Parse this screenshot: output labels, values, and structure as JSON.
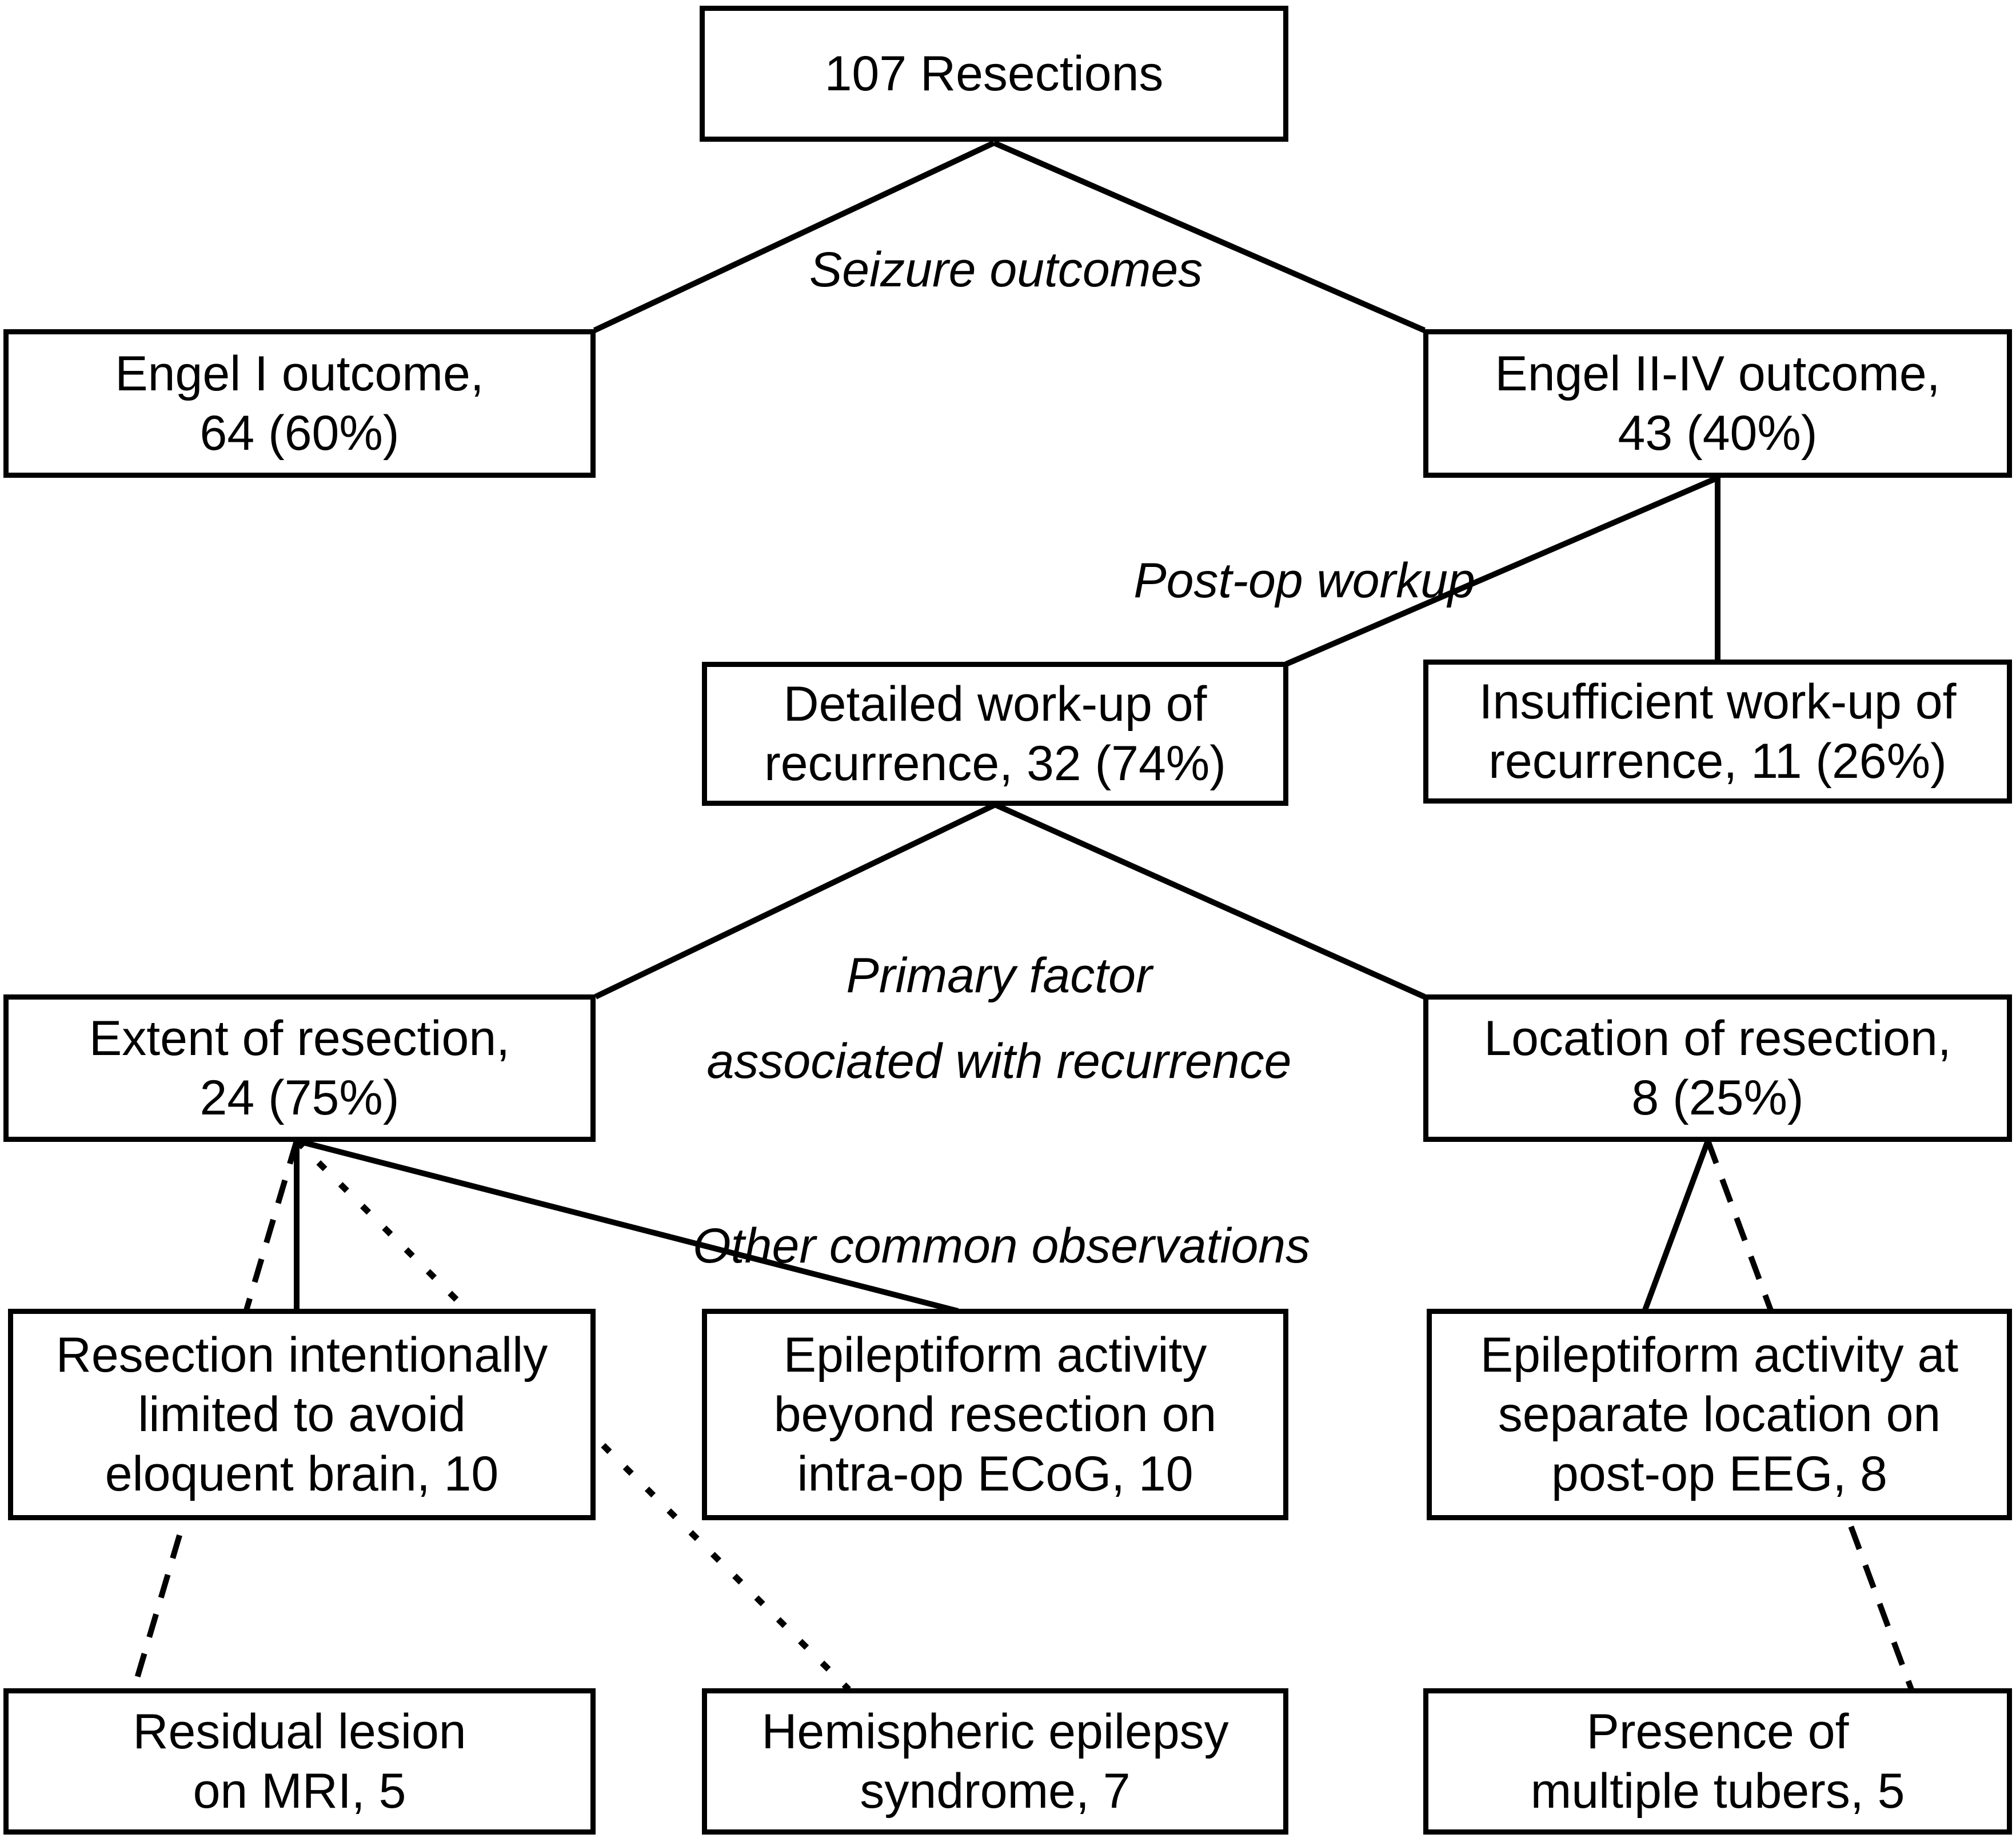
{
  "diagram": {
    "title_node": "107 Resections",
    "background_color": "#ffffff",
    "line_color": "#000000",
    "nodes": [
      {
        "id": "107-resections",
        "lines": [
          "107 Resections"
        ]
      },
      {
        "id": "engel-i-outcome",
        "lines": [
          "Engel I outcome,",
          "64 (60%)"
        ]
      },
      {
        "id": "engel-ii-iv-outcome",
        "lines": [
          "Engel II-IV outcome,",
          "43 (40%)"
        ]
      },
      {
        "id": "detailed-workup",
        "lines": [
          "Detailed work-up of",
          "recurrence, 32 (74%)"
        ]
      },
      {
        "id": "insufficient-workup",
        "lines": [
          "Insufficient work-up of",
          "recurrence, 11 (26%)"
        ]
      },
      {
        "id": "extent-of-resection",
        "lines": [
          "Extent of resection,",
          "24 (75%)"
        ]
      },
      {
        "id": "location-of-resection",
        "lines": [
          "Location of resection,",
          "8 (25%)"
        ]
      },
      {
        "id": "resection-intentionally-limited",
        "lines": [
          "Resection intentionally",
          "limited to avoid",
          "eloquent brain, 10"
        ]
      },
      {
        "id": "epileptiform-intraop-ecog",
        "lines": [
          "Epileptiform activity",
          "beyond resection on",
          "intra-op ECoG, 10"
        ]
      },
      {
        "id": "epileptiform-postop-eeg",
        "lines": [
          "Epileptiform activity at",
          "separate location on",
          "post-op EEG, 8"
        ]
      },
      {
        "id": "residual-lesion-mri",
        "lines": [
          "Residual lesion",
          "on MRI, 5"
        ]
      },
      {
        "id": "hemispheric-epilepsy-syndrome",
        "lines": [
          "Hemispheric epilepsy",
          "syndrome, 7"
        ]
      },
      {
        "id": "presence-multiple-tubers",
        "lines": [
          "Presence of",
          "multiple tubers, 5"
        ]
      }
    ],
    "edge_labels": [
      {
        "id": "seizure-outcomes",
        "text": "Seizure outcomes"
      },
      {
        "id": "post-op-workup",
        "text": "Post-op workup"
      },
      {
        "id": "primary-factor",
        "line1": "Primary factor",
        "line2": "associated with recurrence"
      },
      {
        "id": "other-observations",
        "text": "Other common observations"
      }
    ],
    "edges": [
      {
        "from": "107-resections",
        "to": "engel-i-outcome",
        "style": "solid",
        "label": "Seizure outcomes"
      },
      {
        "from": "107-resections",
        "to": "engel-ii-iv-outcome",
        "style": "solid",
        "label": "Seizure outcomes"
      },
      {
        "from": "engel-ii-iv-outcome",
        "to": "insufficient-workup",
        "style": "solid",
        "label": "Post-op workup"
      },
      {
        "from": "engel-ii-iv-outcome",
        "to": "detailed-workup",
        "style": "solid",
        "label": "Post-op workup"
      },
      {
        "from": "detailed-workup",
        "to": "extent-of-resection",
        "style": "solid",
        "label": "Primary factor associated with recurrence"
      },
      {
        "from": "detailed-workup",
        "to": "location-of-resection",
        "style": "solid",
        "label": "Primary factor associated with recurrence"
      },
      {
        "from": "extent-of-resection",
        "to": "resection-intentionally-limited",
        "style": "solid",
        "label": "Other common observations"
      },
      {
        "from": "extent-of-resection",
        "to": "epileptiform-intraop-ecog",
        "style": "solid",
        "label": "Other common observations"
      },
      {
        "from": "extent-of-resection",
        "to": "residual-lesion-mri",
        "style": "dashed",
        "label": ""
      },
      {
        "from": "extent-of-resection",
        "to": "hemispheric-epilepsy-syndrome",
        "style": "dotted",
        "label": ""
      },
      {
        "from": "location-of-resection",
        "to": "epileptiform-postop-eeg",
        "style": "solid",
        "label": ""
      },
      {
        "from": "location-of-resection",
        "to": "presence-multiple-tubers",
        "style": "dashed",
        "label": ""
      }
    ]
  }
}
